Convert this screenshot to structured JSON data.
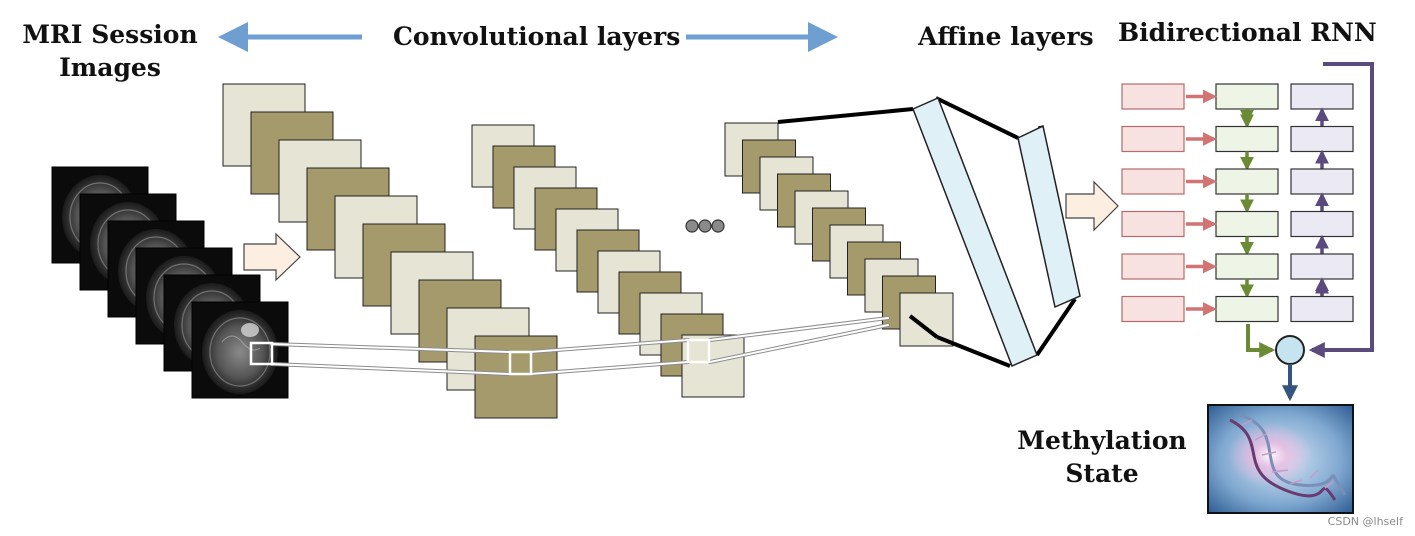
{
  "labels": {
    "mri": "MRI Session\nImages",
    "conv": "Convolutional layers",
    "affine": "Affine layers",
    "birnn": "Bidirectional RNN",
    "methylation": "Methylation\nState"
  },
  "watermark": "CSDN @lhself",
  "icons": {
    "mri_slices": "brain-mri-slice-icon",
    "dna": "dna-helix-icon",
    "ellipsis": "ellipsis-dots-icon"
  },
  "colors": {
    "dark_map": "#a59a6c",
    "light_map": "#e6e4d4",
    "affine_fill": "#dff0f6",
    "arrow_blue": "#6e9fd0",
    "block_arrow_fill": "#fdeee2",
    "rnn_input_fill": "#f7e1e1",
    "rnn_input_border": "#b36b6b",
    "rnn_fwd_fill": "#eef4e6",
    "rnn_bwd_fill": "#ebe9f4",
    "rnn_fwd_arrow": "#6a8b33",
    "rnn_bwd_arrow": "#5b4b7d",
    "rnn_in_arrow": "#d27474",
    "combine_fill": "#c5e4ef",
    "output_arrow": "#34557d"
  },
  "counts": {
    "mri_slices": 6,
    "conv_block1_maps": 10,
    "conv_block2_maps": 11,
    "conv_block3_maps": 11,
    "rnn_steps": 6,
    "ellipsis_dots": 3
  }
}
